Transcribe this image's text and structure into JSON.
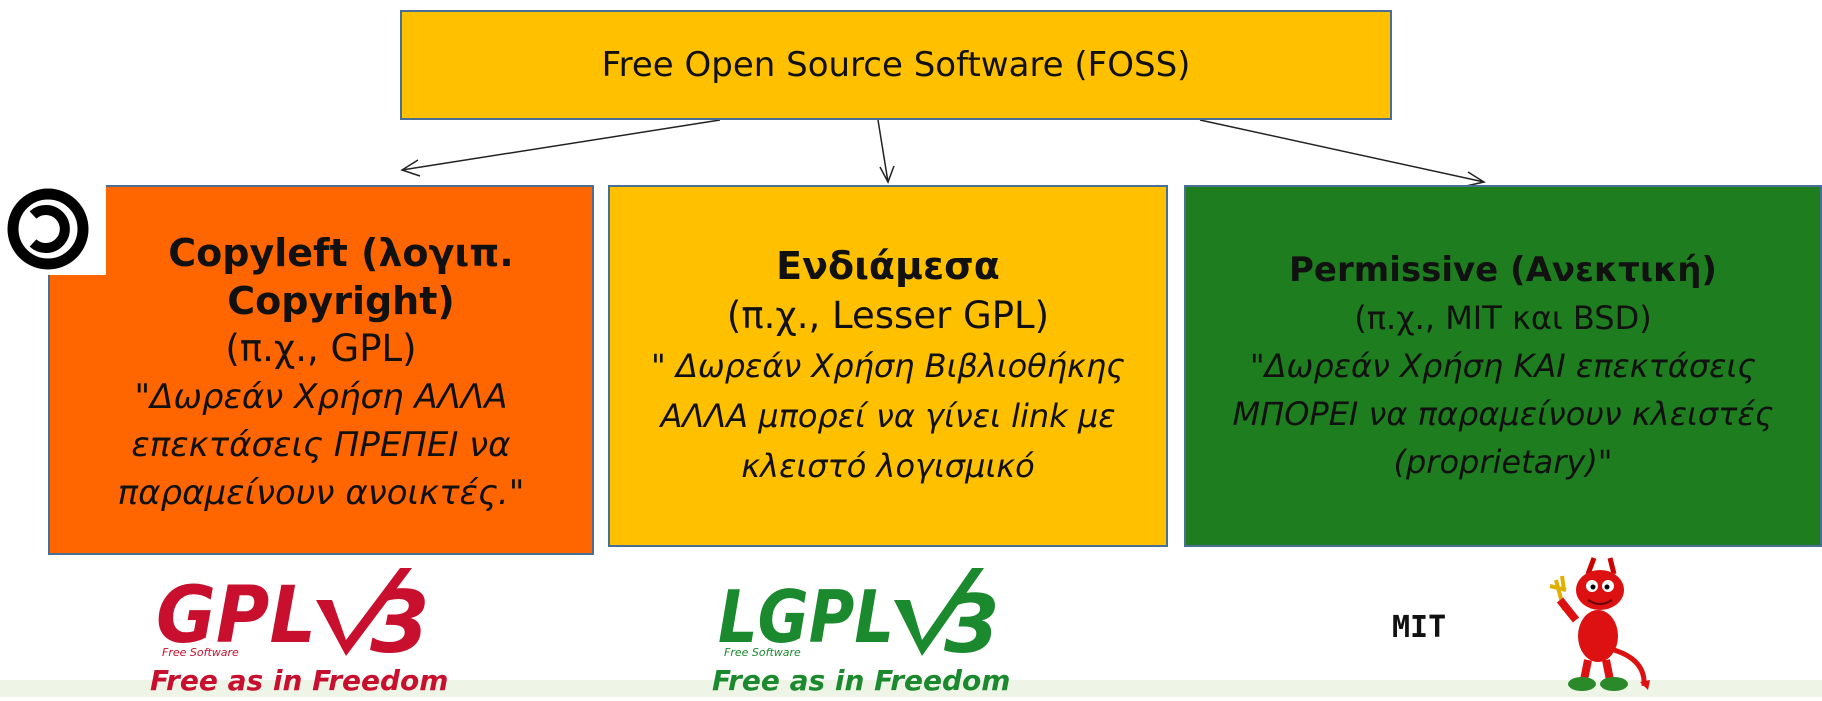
{
  "root": {
    "label": "Free Open Source Software (FOSS)"
  },
  "categories": [
    {
      "title": "Copyleft (λογιπ. Copyright)",
      "example": "(π.χ., GPL)",
      "quote": "\"Δωρεάν Χρήση ΑΛΛΑ επεκτάσεις ΠΡΕΠΕΙ να παραμείνουν ανοικτές.\""
    },
    {
      "title": "Ενδιάμεσα",
      "example": "(π.χ., Lesser GPL)",
      "quote": "\" Δωρεάν Χρήση Βιβλιοθήκης ΑΛΛΑ μπορεί να γίνει link με κλειστό λογισμικό"
    },
    {
      "title": "Permissive (Ανεκτική)",
      "example": "(π.χ., MIT και BSD)",
      "quote": "\"Δωρεάν Χρήση ΚΑΙ επεκτάσεις ΜΠΟΡΕΙ να παραμείνουν κλειστές (proprietary)\""
    }
  ],
  "logos": {
    "gpl": {
      "wordmark": "GPLv3",
      "small": "Free Software",
      "tagline": "Free as in Freedom"
    },
    "lgpl": {
      "wordmark": "LGPLv3",
      "small": "Free Software",
      "tagline": "Free as in Freedom"
    },
    "mit_label": "MIT"
  },
  "colors": {
    "root": "#ffc000",
    "copyleft": "#ff6600",
    "middle": "#ffc000",
    "permissive": "#1e7d1e",
    "gpl_red": "#c8102e",
    "lgpl_green": "#1b8a2e"
  }
}
